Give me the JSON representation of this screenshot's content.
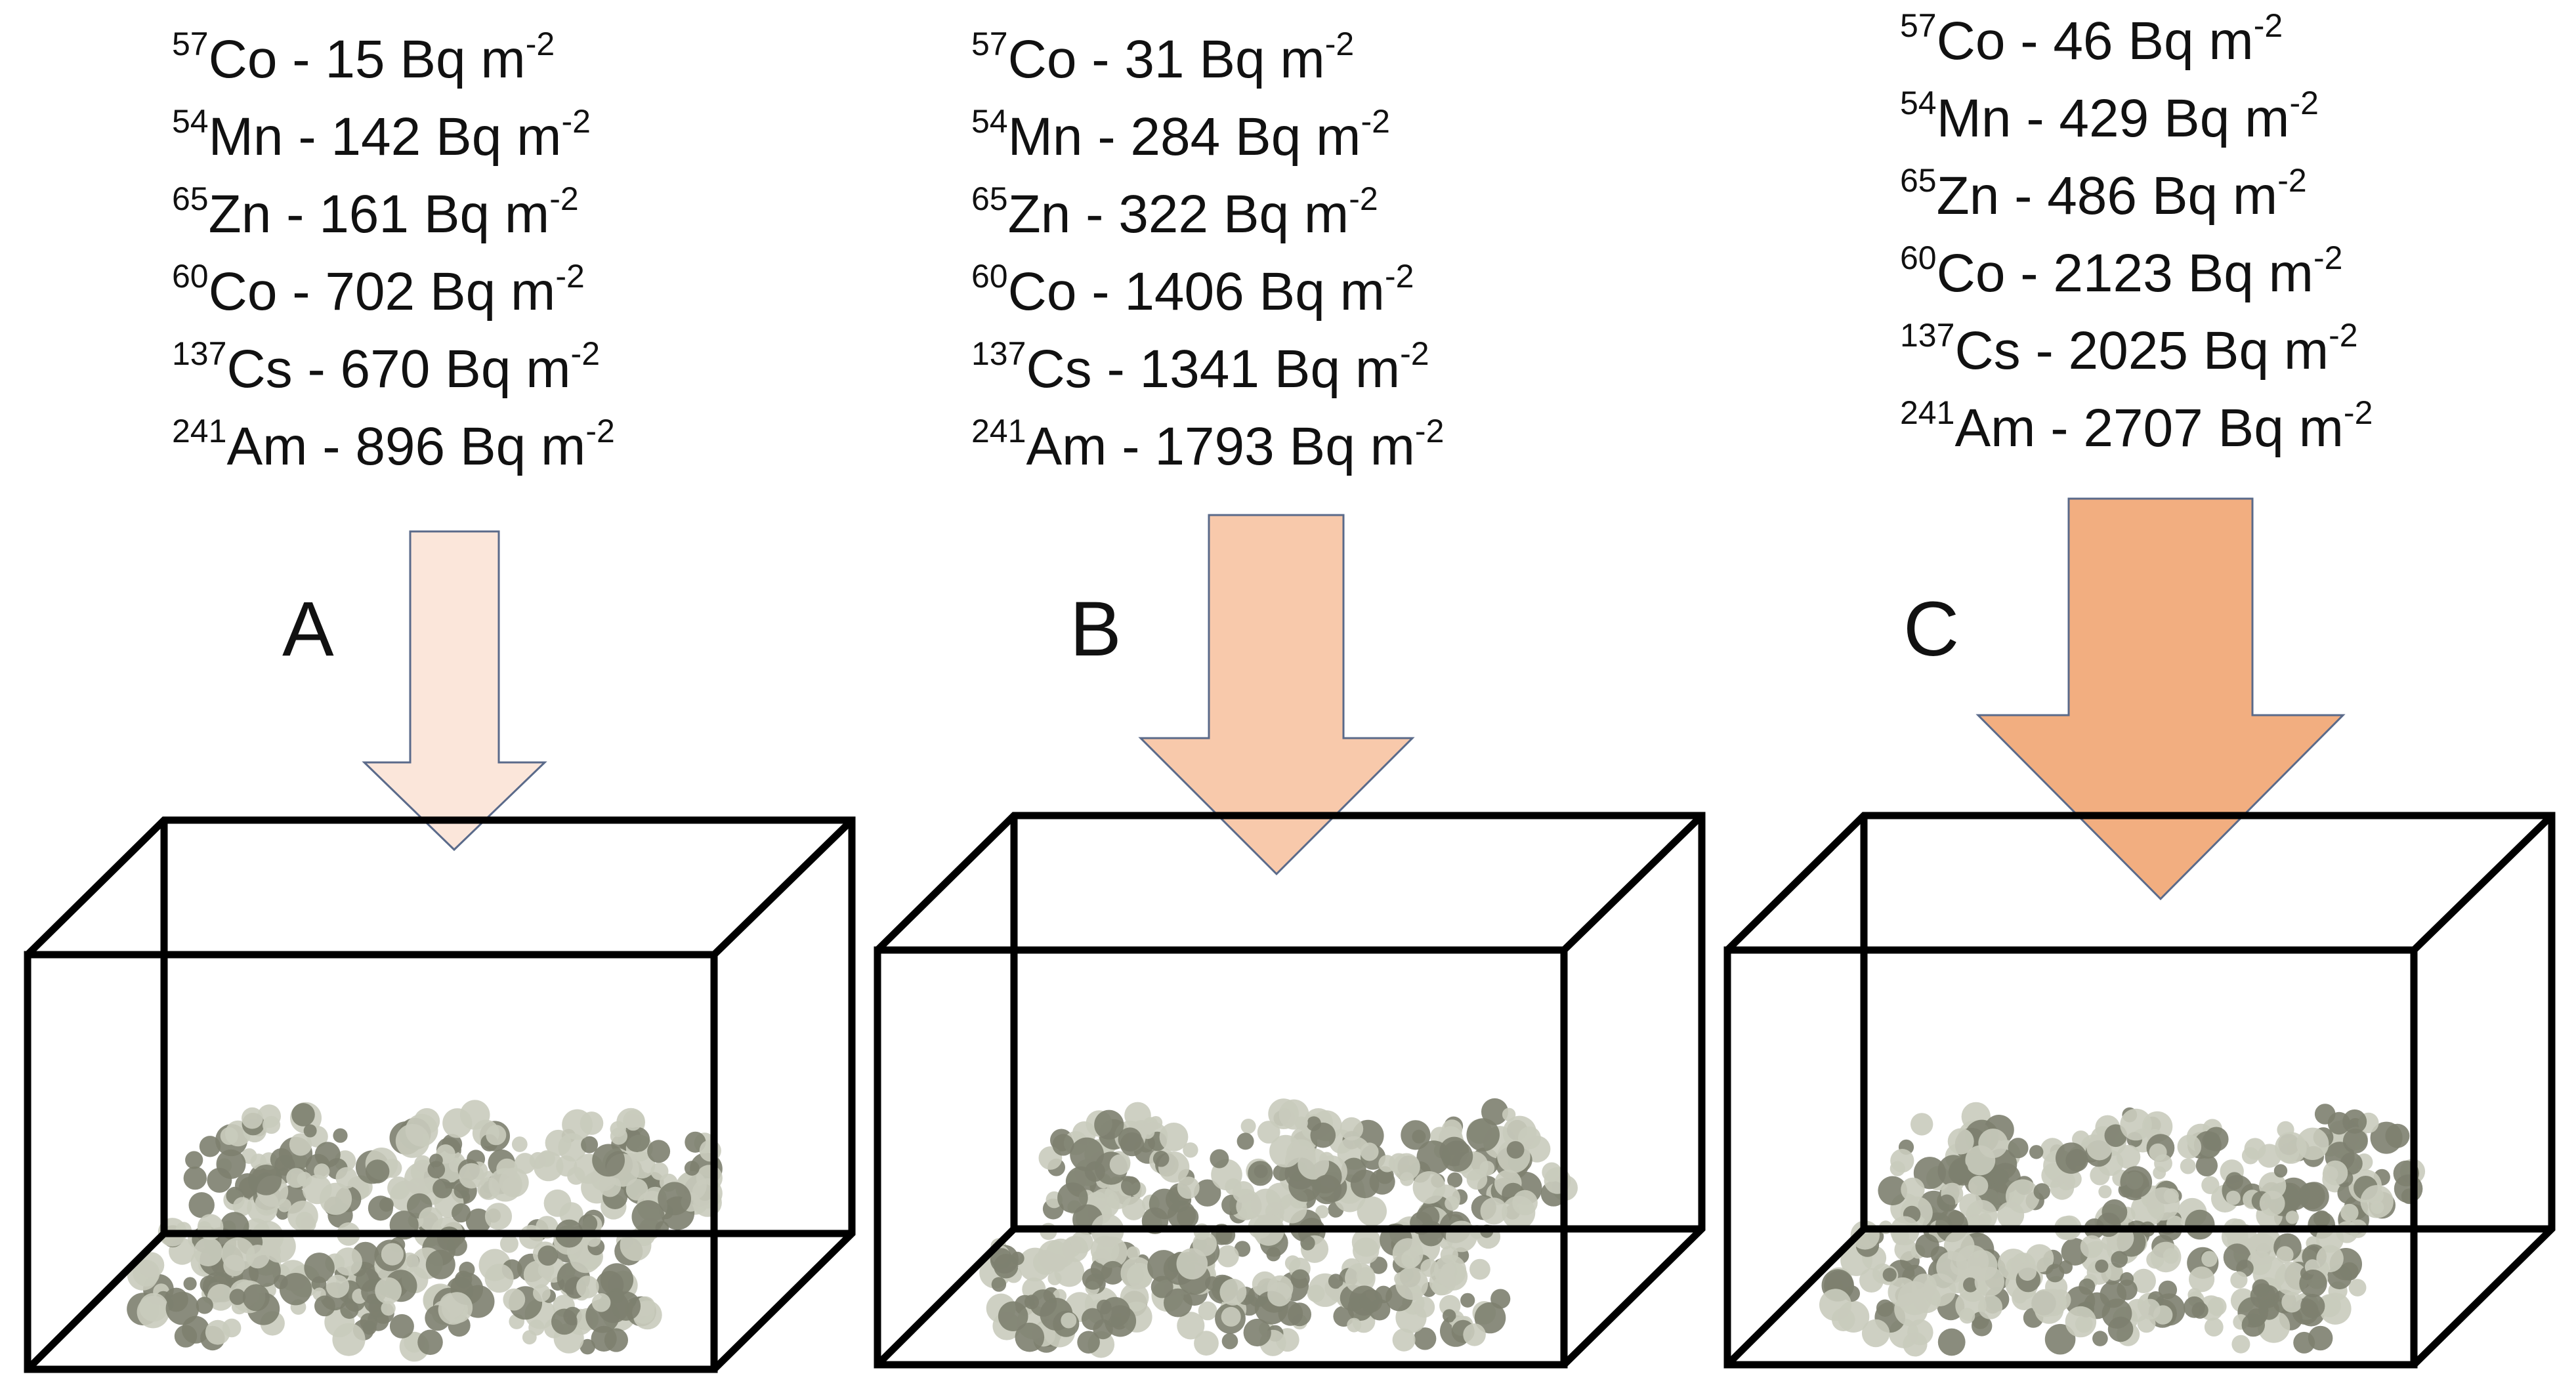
{
  "panels": [
    {
      "letter": "A",
      "arrow_color": "#fbe6da",
      "entries": [
        {
          "mass": "57",
          "element": "Co",
          "value": "15",
          "unit": "Bq m",
          "exp": "-2"
        },
        {
          "mass": "54",
          "element": "Mn",
          "value": "142",
          "unit": "Bq m",
          "exp": "-2"
        },
        {
          "mass": "65",
          "element": "Zn",
          "value": "161",
          "unit": "Bq m",
          "exp": "-2"
        },
        {
          "mass": "60",
          "element": "Co",
          "value": "702",
          "unit": "Bq m",
          "exp": "-2"
        },
        {
          "mass": "137",
          "element": "Cs",
          "value": "670",
          "unit": "Bq m",
          "exp": "-2"
        },
        {
          "mass": "241",
          "element": "Am",
          "value": "896",
          "unit": "Bq m",
          "exp": "-2"
        }
      ]
    },
    {
      "letter": "B",
      "arrow_color": "#f8c9ab",
      "entries": [
        {
          "mass": "57",
          "element": "Co",
          "value": "31",
          "unit": "Bq m",
          "exp": "-2"
        },
        {
          "mass": "54",
          "element": "Mn",
          "value": "284",
          "unit": "Bq m",
          "exp": "-2"
        },
        {
          "mass": "65",
          "element": "Zn",
          "value": "322",
          "unit": "Bq m",
          "exp": "-2"
        },
        {
          "mass": "60",
          "element": "Co",
          "value": "1406",
          "unit": "Bq m",
          "exp": "-2"
        },
        {
          "mass": "137",
          "element": "Cs",
          "value": "1341",
          "unit": "Bq m",
          "exp": "-2"
        },
        {
          "mass": "241",
          "element": "Am",
          "value": "1793",
          "unit": "Bq m",
          "exp": "-2"
        }
      ]
    },
    {
      "letter": "C",
      "arrow_color": "#f2ae80",
      "entries": [
        {
          "mass": "57",
          "element": "Co",
          "value": "46",
          "unit": "Bq m",
          "exp": "-2"
        },
        {
          "mass": "54",
          "element": "Mn",
          "value": "429",
          "unit": "Bq m",
          "exp": "-2"
        },
        {
          "mass": "65",
          "element": "Zn",
          "value": "486",
          "unit": "Bq m",
          "exp": "-2"
        },
        {
          "mass": "60",
          "element": "Co",
          "value": "2123",
          "unit": "Bq m",
          "exp": "-2"
        },
        {
          "mass": "137",
          "element": "Cs",
          "value": "2025",
          "unit": "Bq m",
          "exp": "-2"
        },
        {
          "mass": "241",
          "element": "Am",
          "value": "2707",
          "unit": "Bq m",
          "exp": "-2"
        }
      ]
    }
  ],
  "colors": {
    "box_stroke": "#000000",
    "arrow_stroke": "#5a6a8a",
    "lichen_light": "#c9cbbd",
    "lichen_dark": "#7d806f"
  },
  "icons": {
    "arrow": "deposition-arrow-icon",
    "box": "enclosure-box",
    "lichen": "lichen-sample-icon"
  }
}
